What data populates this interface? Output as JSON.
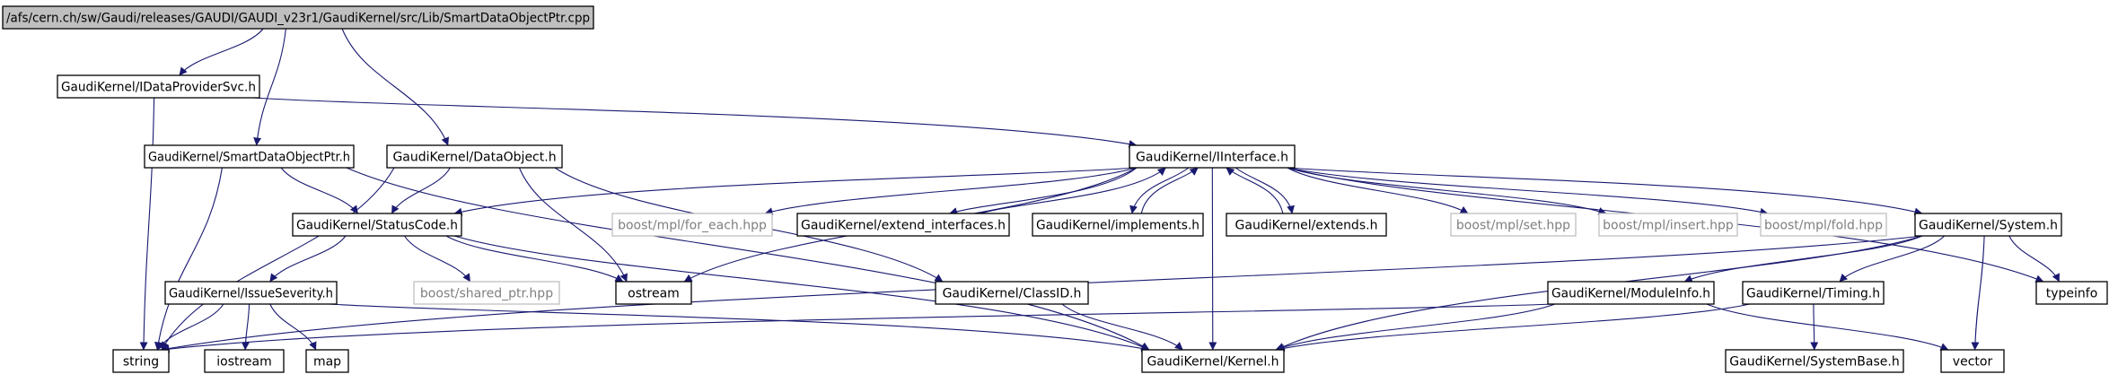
{
  "colors": {
    "edge": "#191970",
    "node_border": "#000000",
    "node_border_external": "#bfbfbf",
    "node_fill": "#ffffff",
    "root_fill": "#bfbfbf",
    "text": "#000000",
    "text_external": "#7f7f7f"
  },
  "nodes": [
    {
      "id": "root",
      "label": "/afs/cern.ch/sw/Gaudi/releases/GAUDI/GAUDI_v23r1/GaudiKernel/src/Lib/SmartDataObjectPtr.cpp",
      "kind": "root"
    },
    {
      "id": "idps",
      "label": "GaudiKernel/IDataProviderSvc.h",
      "kind": "internal"
    },
    {
      "id": "sdop",
      "label": "GaudiKernel/SmartDataObjectPtr.h",
      "kind": "internal"
    },
    {
      "id": "dobj",
      "label": "GaudiKernel/DataObject.h",
      "kind": "internal"
    },
    {
      "id": "iint",
      "label": "GaudiKernel/IInterface.h",
      "kind": "internal"
    },
    {
      "id": "stat",
      "label": "GaudiKernel/StatusCode.h",
      "kind": "internal"
    },
    {
      "id": "bmfe",
      "label": "boost/mpl/for_each.hpp",
      "kind": "external"
    },
    {
      "id": "exti",
      "label": "GaudiKernel/extend_interfaces.h",
      "kind": "internal"
    },
    {
      "id": "impl",
      "label": "GaudiKernel/implements.h",
      "kind": "internal"
    },
    {
      "id": "extd",
      "label": "GaudiKernel/extends.h",
      "kind": "internal"
    },
    {
      "id": "bset",
      "label": "boost/mpl/set.hpp",
      "kind": "external"
    },
    {
      "id": "bins",
      "label": "boost/mpl/insert.hpp",
      "kind": "external"
    },
    {
      "id": "bfold",
      "label": "boost/mpl/fold.hpp",
      "kind": "external"
    },
    {
      "id": "syst",
      "label": "GaudiKernel/System.h",
      "kind": "internal"
    },
    {
      "id": "isev",
      "label": "GaudiKernel/IssueSeverity.h",
      "kind": "internal"
    },
    {
      "id": "bshp",
      "label": "boost/shared_ptr.hpp",
      "kind": "external"
    },
    {
      "id": "ostr",
      "label": "ostream",
      "kind": "internal"
    },
    {
      "id": "clid",
      "label": "GaudiKernel/ClassID.h",
      "kind": "internal"
    },
    {
      "id": "modi",
      "label": "GaudiKernel/ModuleInfo.h",
      "kind": "internal"
    },
    {
      "id": "timi",
      "label": "GaudiKernel/Timing.h",
      "kind": "internal"
    },
    {
      "id": "tinf",
      "label": "typeinfo",
      "kind": "internal"
    },
    {
      "id": "strg",
      "label": "string",
      "kind": "internal"
    },
    {
      "id": "iost",
      "label": "iostream",
      "kind": "internal"
    },
    {
      "id": "map",
      "label": "map",
      "kind": "internal"
    },
    {
      "id": "kern",
      "label": "GaudiKernel/Kernel.h",
      "kind": "internal"
    },
    {
      "id": "sysb",
      "label": "GaudiKernel/SystemBase.h",
      "kind": "internal"
    },
    {
      "id": "vect",
      "label": "vector",
      "kind": "internal"
    }
  ],
  "edges": [
    [
      "root",
      "idps"
    ],
    [
      "root",
      "sdop"
    ],
    [
      "root",
      "dobj"
    ],
    [
      "idps",
      "iint"
    ],
    [
      "idps",
      "strg"
    ],
    [
      "sdop",
      "stat"
    ],
    [
      "sdop",
      "strg"
    ],
    [
      "sdop",
      "kern"
    ],
    [
      "dobj",
      "stat"
    ],
    [
      "dobj",
      "clid"
    ],
    [
      "dobj",
      "ostr"
    ],
    [
      "dobj",
      "strg"
    ],
    [
      "iint",
      "stat"
    ],
    [
      "iint",
      "bmfe"
    ],
    [
      "iint",
      "exti"
    ],
    [
      "iint",
      "impl"
    ],
    [
      "iint",
      "extd"
    ],
    [
      "iint",
      "bset"
    ],
    [
      "iint",
      "bins"
    ],
    [
      "iint",
      "bfold"
    ],
    [
      "iint",
      "syst"
    ],
    [
      "iint",
      "tinf"
    ],
    [
      "iint",
      "ostr"
    ],
    [
      "iint",
      "kern"
    ],
    [
      "exti",
      "iint"
    ],
    [
      "impl",
      "iint"
    ],
    [
      "extd",
      "iint"
    ],
    [
      "stat",
      "isev"
    ],
    [
      "stat",
      "bshp"
    ],
    [
      "stat",
      "ostr"
    ],
    [
      "stat",
      "kern"
    ],
    [
      "isev",
      "strg"
    ],
    [
      "isev",
      "iost"
    ],
    [
      "isev",
      "map"
    ],
    [
      "isev",
      "kern"
    ],
    [
      "clid",
      "kern"
    ],
    [
      "syst",
      "modi"
    ],
    [
      "syst",
      "timi"
    ],
    [
      "syst",
      "tinf"
    ],
    [
      "syst",
      "vect"
    ],
    [
      "syst",
      "kern"
    ],
    [
      "syst",
      "strg"
    ],
    [
      "modi",
      "strg"
    ],
    [
      "modi",
      "vect"
    ],
    [
      "modi",
      "kern"
    ],
    [
      "timi",
      "sysb"
    ],
    [
      "timi",
      "kern"
    ]
  ]
}
